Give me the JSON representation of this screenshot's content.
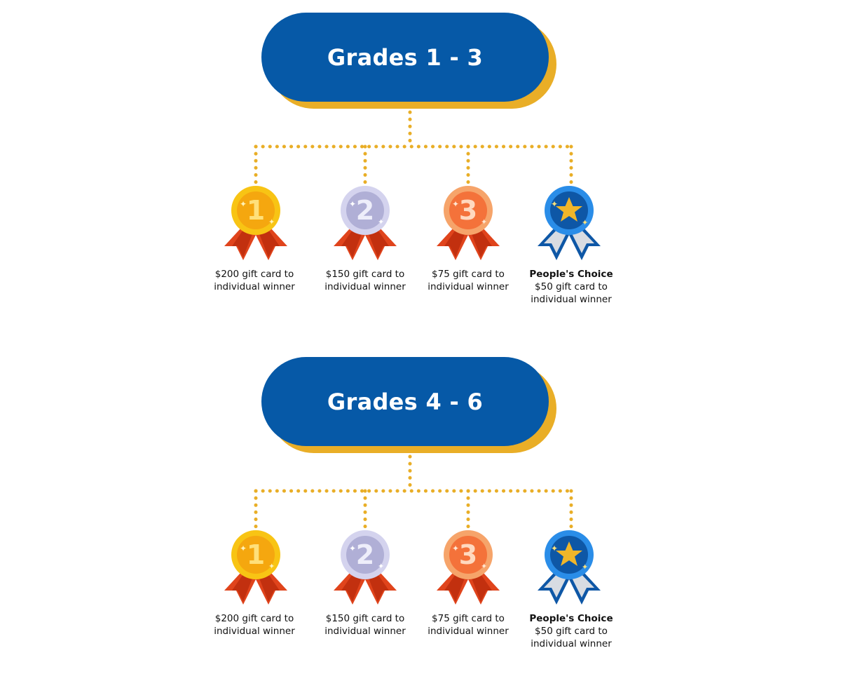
{
  "sections": [
    {
      "title": "Grades 1 - 3",
      "awards": [
        {
          "numeral": "1",
          "line1": "$200 gift card to",
          "line2": "individual winner"
        },
        {
          "numeral": "2",
          "line1": "$150 gift card to",
          "line2": "individual winner"
        },
        {
          "numeral": "3",
          "line1": "$75 gift card to",
          "line2": "individual winner"
        },
        {
          "heading": "People's Choice",
          "line1": "$50 gift card to",
          "line2": "individual winner"
        }
      ]
    },
    {
      "title": "Grades 4 - 6",
      "awards": [
        {
          "numeral": "1",
          "line1": "$200 gift card to",
          "line2": "individual winner"
        },
        {
          "numeral": "2",
          "line1": "$150 gift card to",
          "line2": "individual winner"
        },
        {
          "numeral": "3",
          "line1": "$75 gift card to",
          "line2": "individual winner"
        },
        {
          "heading": "People's Choice",
          "line1": "$50 gift card to",
          "line2": "individual winner"
        }
      ]
    }
  ],
  "colors": {
    "pill": "#0659a7",
    "pill_shadow": "#e9ae27",
    "connector": "#e9ae27",
    "gold": "#f5a70f",
    "silver": "#b0afd6",
    "bronze": "#f4723a",
    "ribbon": "#e0441c",
    "star_medal": "#0e57a6"
  }
}
